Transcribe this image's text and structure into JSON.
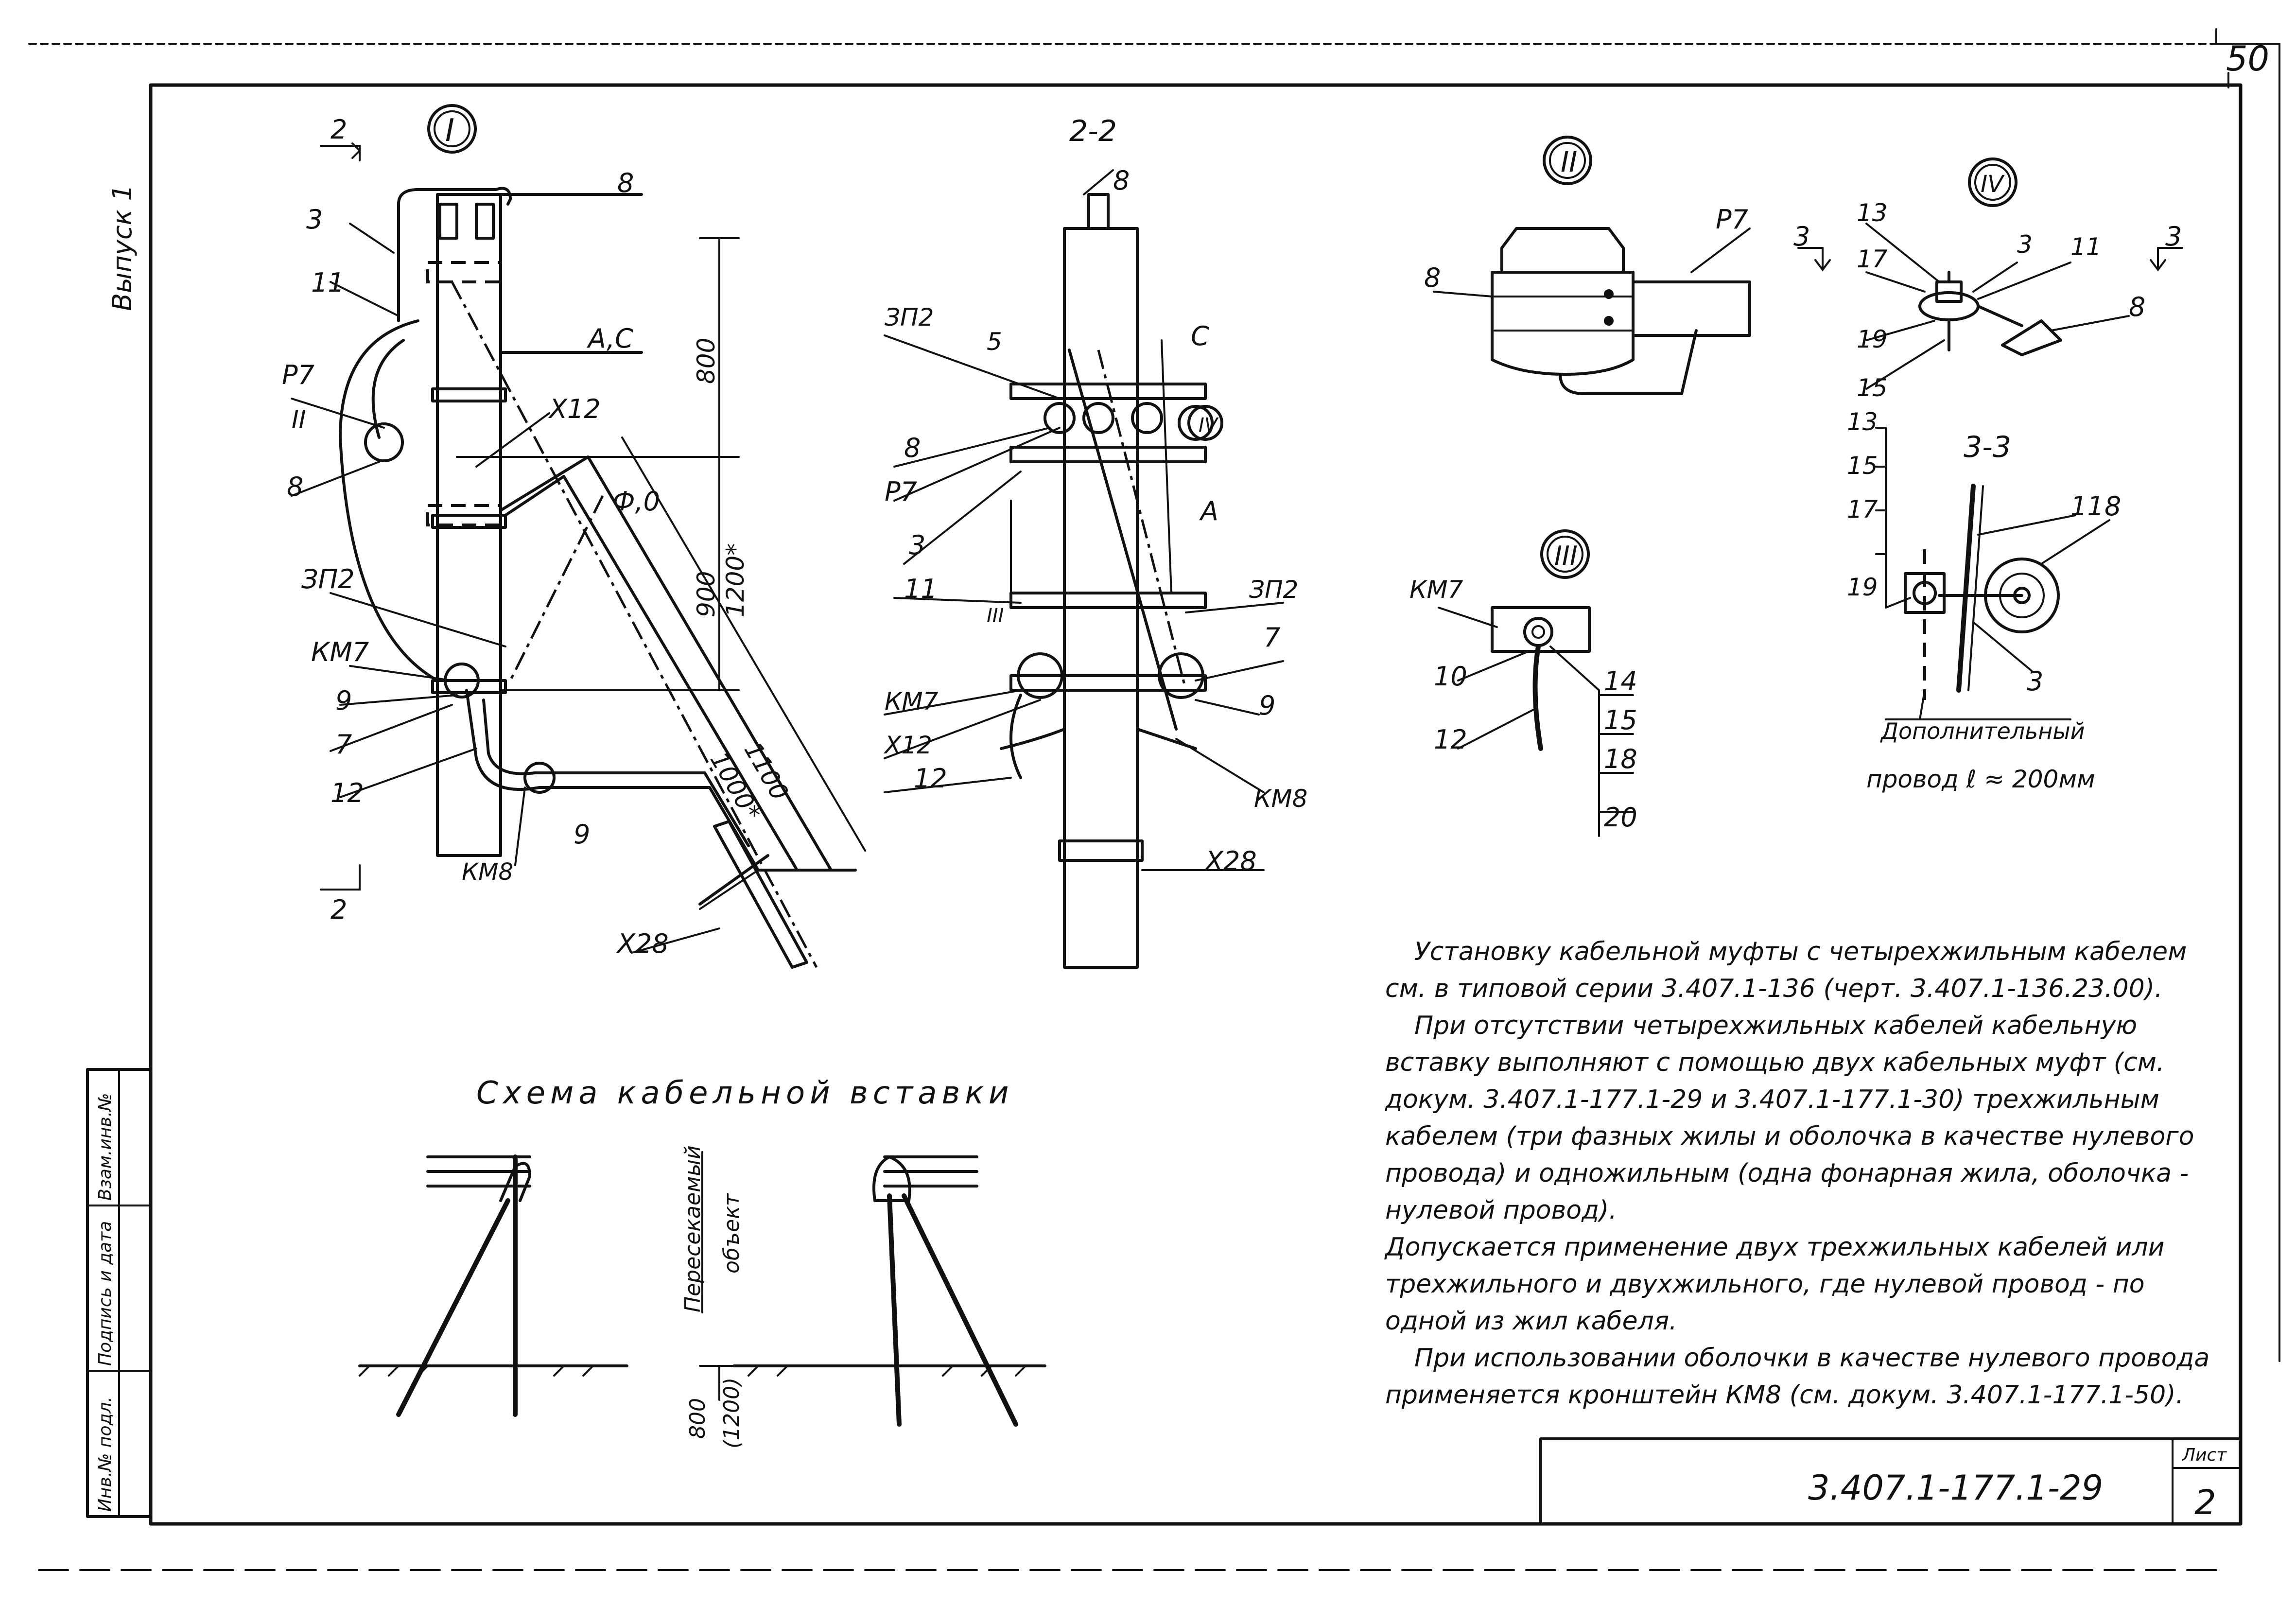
{
  "sheet": {
    "page_corner": "50",
    "side_label": "Выпуск 1",
    "sheet_code": "3.407.1-177.1-29",
    "sheet_label": "Лист",
    "sheet_number": "2",
    "stamp_fields": [
      "Инв.№ подл.",
      "Подпись и дата",
      "Взам.инв.№"
    ]
  },
  "views": {
    "view_I": {
      "marker": "I",
      "section_marks": [
        "2",
        "2"
      ],
      "labels": {
        "n8": "8",
        "n3": "3",
        "n11": "11",
        "ac": "A,C",
        "p7": "Р7",
        "marker_II": "II",
        "x12": "Х12",
        "n8b": "8",
        "fo": "Ф,0",
        "zp2": "ЗП2",
        "km7": "КМ7",
        "n9": "9",
        "n7": "7",
        "n12": "12",
        "km8": "КМ8",
        "n9b": "9",
        "x28": "Х28"
      },
      "dimensions": {
        "d800": "800",
        "d900": "900",
        "d1200": "1200*",
        "d1100": "1100",
        "d1000": "1000*"
      }
    },
    "view_2_2": {
      "title": "2-2",
      "labels": {
        "n8": "8",
        "zp2a": "ЗП2",
        "n5": "5",
        "c": "С",
        "marker_IV": "IV",
        "n8b": "8",
        "p7": "Р7",
        "n3": "3",
        "a": "А",
        "n11": "11",
        "marker_III": "III",
        "zp2b": "ЗП2",
        "n7": "7",
        "km7": "КМ7",
        "n9": "9",
        "x12": "Х12",
        "n12": "12",
        "km8": "КМ8",
        "x28": "Х28"
      }
    },
    "view_II": {
      "marker": "II",
      "labels": {
        "n8": "8",
        "p7": "Р7"
      }
    },
    "view_III": {
      "marker": "III",
      "labels": {
        "km7": "КМ7",
        "n10": "10",
        "n14": "14",
        "n12": "12",
        "n15": "15",
        "n18": "18",
        "n20": "20"
      }
    },
    "view_IV": {
      "marker": "IV",
      "section_marks": [
        "3",
        "3"
      ],
      "labels": {
        "n13": "13",
        "n17": "17",
        "n3": "3",
        "n11": "11",
        "n8": "8",
        "n19": "19",
        "n15": "15"
      }
    },
    "view_3_3": {
      "title": "3-3",
      "labels": {
        "n13": "13",
        "n15": "15",
        "n17": "17",
        "n19": "19",
        "n11": "11",
        "n8": "8",
        "n3": "3"
      },
      "caption_1": "Дополнительный",
      "caption_2": "провод ℓ ≈ 200мм"
    },
    "cable_scheme": {
      "title": "Схема кабельной вставки",
      "crossed_object_1": "Пересекаемый",
      "crossed_object_2": "объект",
      "depth_1": "800",
      "depth_2": "(1200)"
    }
  },
  "notes": [
    "Установку кабельной муфты с четырехжильным кабелем см. в типовой серии 3.407.1-136 (черт. 3.407.1-136.23.00).",
    "При отсутствии четырехжильных кабелей кабельную вставку выполняют с помощью двух кабельных муфт (см. докум. 3.407.1-177.1-29 и 3.407.1-177.1-30) трехжильным кабелем (три фазных жилы и оболочка в качестве нулевого провода) и одножильным (одна фонарная жила, оболочка - нулевой провод).",
    "Допускается применение двух трехжильных кабелей или трехжильного и двухжильного, где нулевой провод - по одной из жил кабеля.",
    "При использовании оболочки в качестве нулевого провода применяется кронштейн КМ8 (см. докум. 3.407.1-177.1-50)."
  ]
}
